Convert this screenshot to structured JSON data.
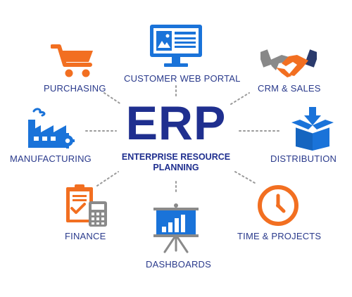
{
  "center": {
    "title": "ERP",
    "subtitle_line1": "ENTERPRISE RESOURCE",
    "subtitle_line2": "PLANNING"
  },
  "modules": {
    "customer_web_portal": "CUSTOMER WEB PORTAL",
    "purchasing": "PURCHASING",
    "crm_sales": "CRM & SALES",
    "manufacturing": "MANUFACTURING",
    "distribution": "DISTRIBUTION",
    "finance": "FINANCE",
    "time_projects": "TIME & PROJECTS",
    "dashboards": "DASHBOARDS"
  },
  "icons": {
    "customer_web_portal": "monitor-icon",
    "purchasing": "shopping-cart-icon",
    "crm_sales": "handshake-icon",
    "manufacturing": "factory-icon",
    "distribution": "box-icon",
    "finance": "clipboard-calculator-icon",
    "time_projects": "clock-icon",
    "dashboards": "presentation-board-icon"
  },
  "colors": {
    "navy": "#1f2f8f",
    "blue": "#1a73d9",
    "orange": "#f26f21",
    "dots": "#9a9a9a"
  }
}
